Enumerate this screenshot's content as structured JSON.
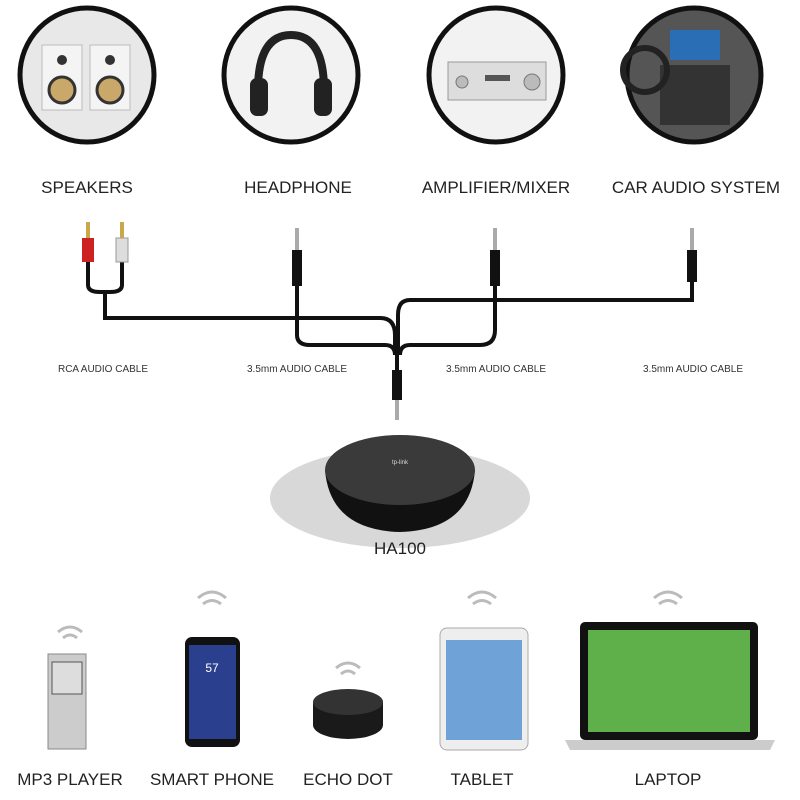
{
  "outputs": [
    {
      "label": "SPEAKERS",
      "icon": "speakers-icon"
    },
    {
      "label": "HEADPHONE",
      "icon": "headphone-icon"
    },
    {
      "label": "AMPLIFIER/MIXER",
      "icon": "amplifier-icon"
    },
    {
      "label": "CAR AUDIO SYSTEM",
      "icon": "car-dashboard-icon"
    }
  ],
  "cables": [
    "RCA AUDIO CABLE",
    "3.5mm AUDIO CABLE",
    "3.5mm AUDIO CABLE",
    "3.5mm AUDIO CABLE"
  ],
  "device": {
    "label": "HA100",
    "brand": "tp-link"
  },
  "sources": [
    {
      "label": "MP3 PLAYER"
    },
    {
      "label": "SMART PHONE",
      "screen_time": "57"
    },
    {
      "label": "ECHO DOT"
    },
    {
      "label": "TABLET"
    },
    {
      "label": "LAPTOP"
    }
  ]
}
